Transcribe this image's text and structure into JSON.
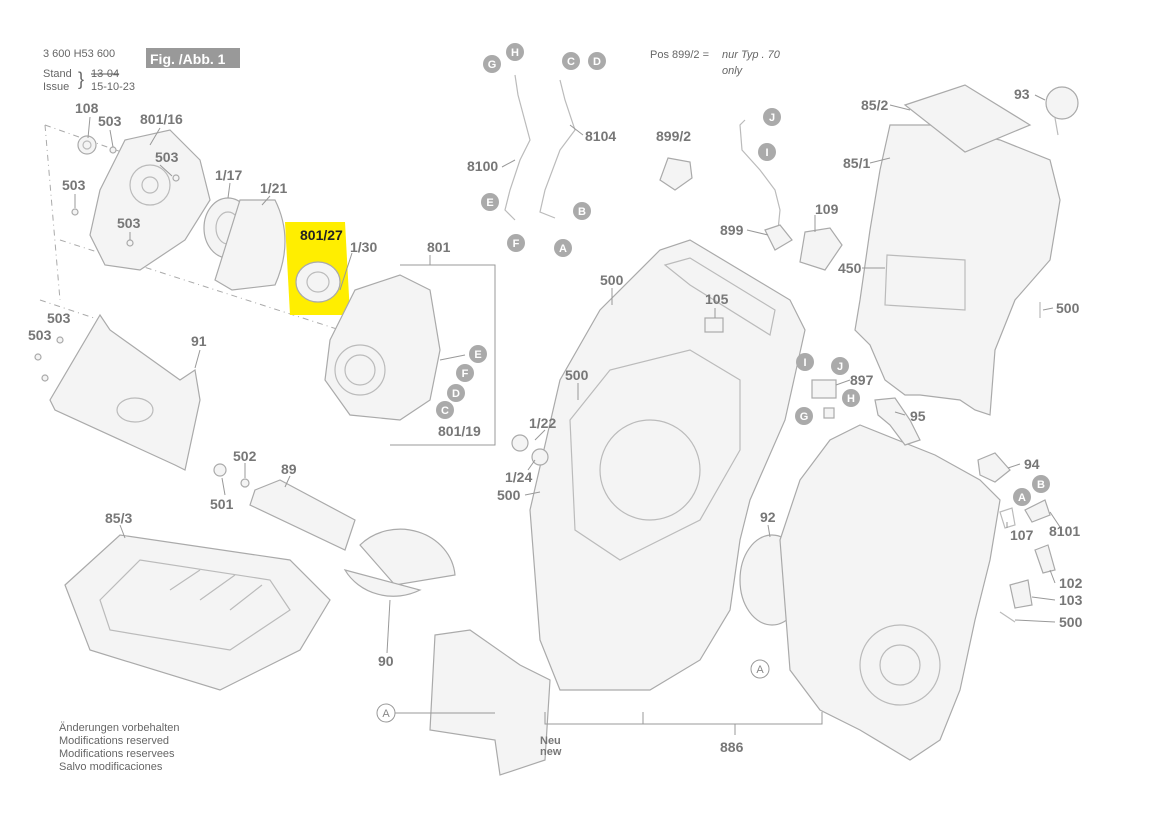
{
  "header": {
    "doc_number": "3 600 H53 600",
    "figure_label": "Fig. /Abb. 1",
    "stand_label": "Stand",
    "issue_label": "Issue",
    "stand_value": "13-04",
    "issue_value": "15-10-23"
  },
  "note": {
    "pos_text": "Pos 899/2 =",
    "type_text": "nur Typ . 70",
    "only_text": "only"
  },
  "footer": {
    "lines": [
      "Änderungen vorbehalten",
      "Modifications reserved",
      "Modifications reservees",
      "Salvo modificaciones"
    ]
  },
  "highlight": {
    "part": "801/27",
    "color": "#ffee00"
  },
  "new_label": {
    "line1": "Neu",
    "line2": "new"
  },
  "parts": {
    "p108": "108",
    "p503a": "503",
    "p801_16": "801/16",
    "p503b": "503",
    "p503c": "503",
    "p503d": "503",
    "p1_17": "1/17",
    "p1_21": "1/21",
    "p1_30": "1/30",
    "p801": "801",
    "p503e": "503",
    "p503f": "503",
    "p91": "91",
    "p801_19": "801/19",
    "p502": "502",
    "p501": "501",
    "p89": "89",
    "p85_3": "85/3",
    "p90": "90",
    "p8100": "8100",
    "p8104": "8104",
    "p899_2": "899/2",
    "p899": "899",
    "p109": "109",
    "p93": "93",
    "p85_2": "85/2",
    "p85_1": "85/1",
    "p450": "450",
    "p500a": "500",
    "p105": "105",
    "p500b": "500",
    "p1_22": "1/22",
    "p1_24": "1/24",
    "p500c": "500",
    "p897": "897",
    "p95": "95",
    "p500d": "500",
    "p94": "94",
    "p8101": "8101",
    "p107": "107",
    "p92": "92",
    "p102": "102",
    "p103": "103",
    "p500e": "500",
    "p886": "886"
  },
  "refs": {
    "H1": "H",
    "G1": "G",
    "C1": "C",
    "D1": "D",
    "E1": "E",
    "F1": "F",
    "B1": "B",
    "A1": "A",
    "J1": "J",
    "I1": "I",
    "E2": "E",
    "F2": "F",
    "D2": "D",
    "C2": "C",
    "I2": "I",
    "J2": "J",
    "G2": "G",
    "H2": "H",
    "A2": "A",
    "B2": "B",
    "A3": "A",
    "A4": "A"
  }
}
